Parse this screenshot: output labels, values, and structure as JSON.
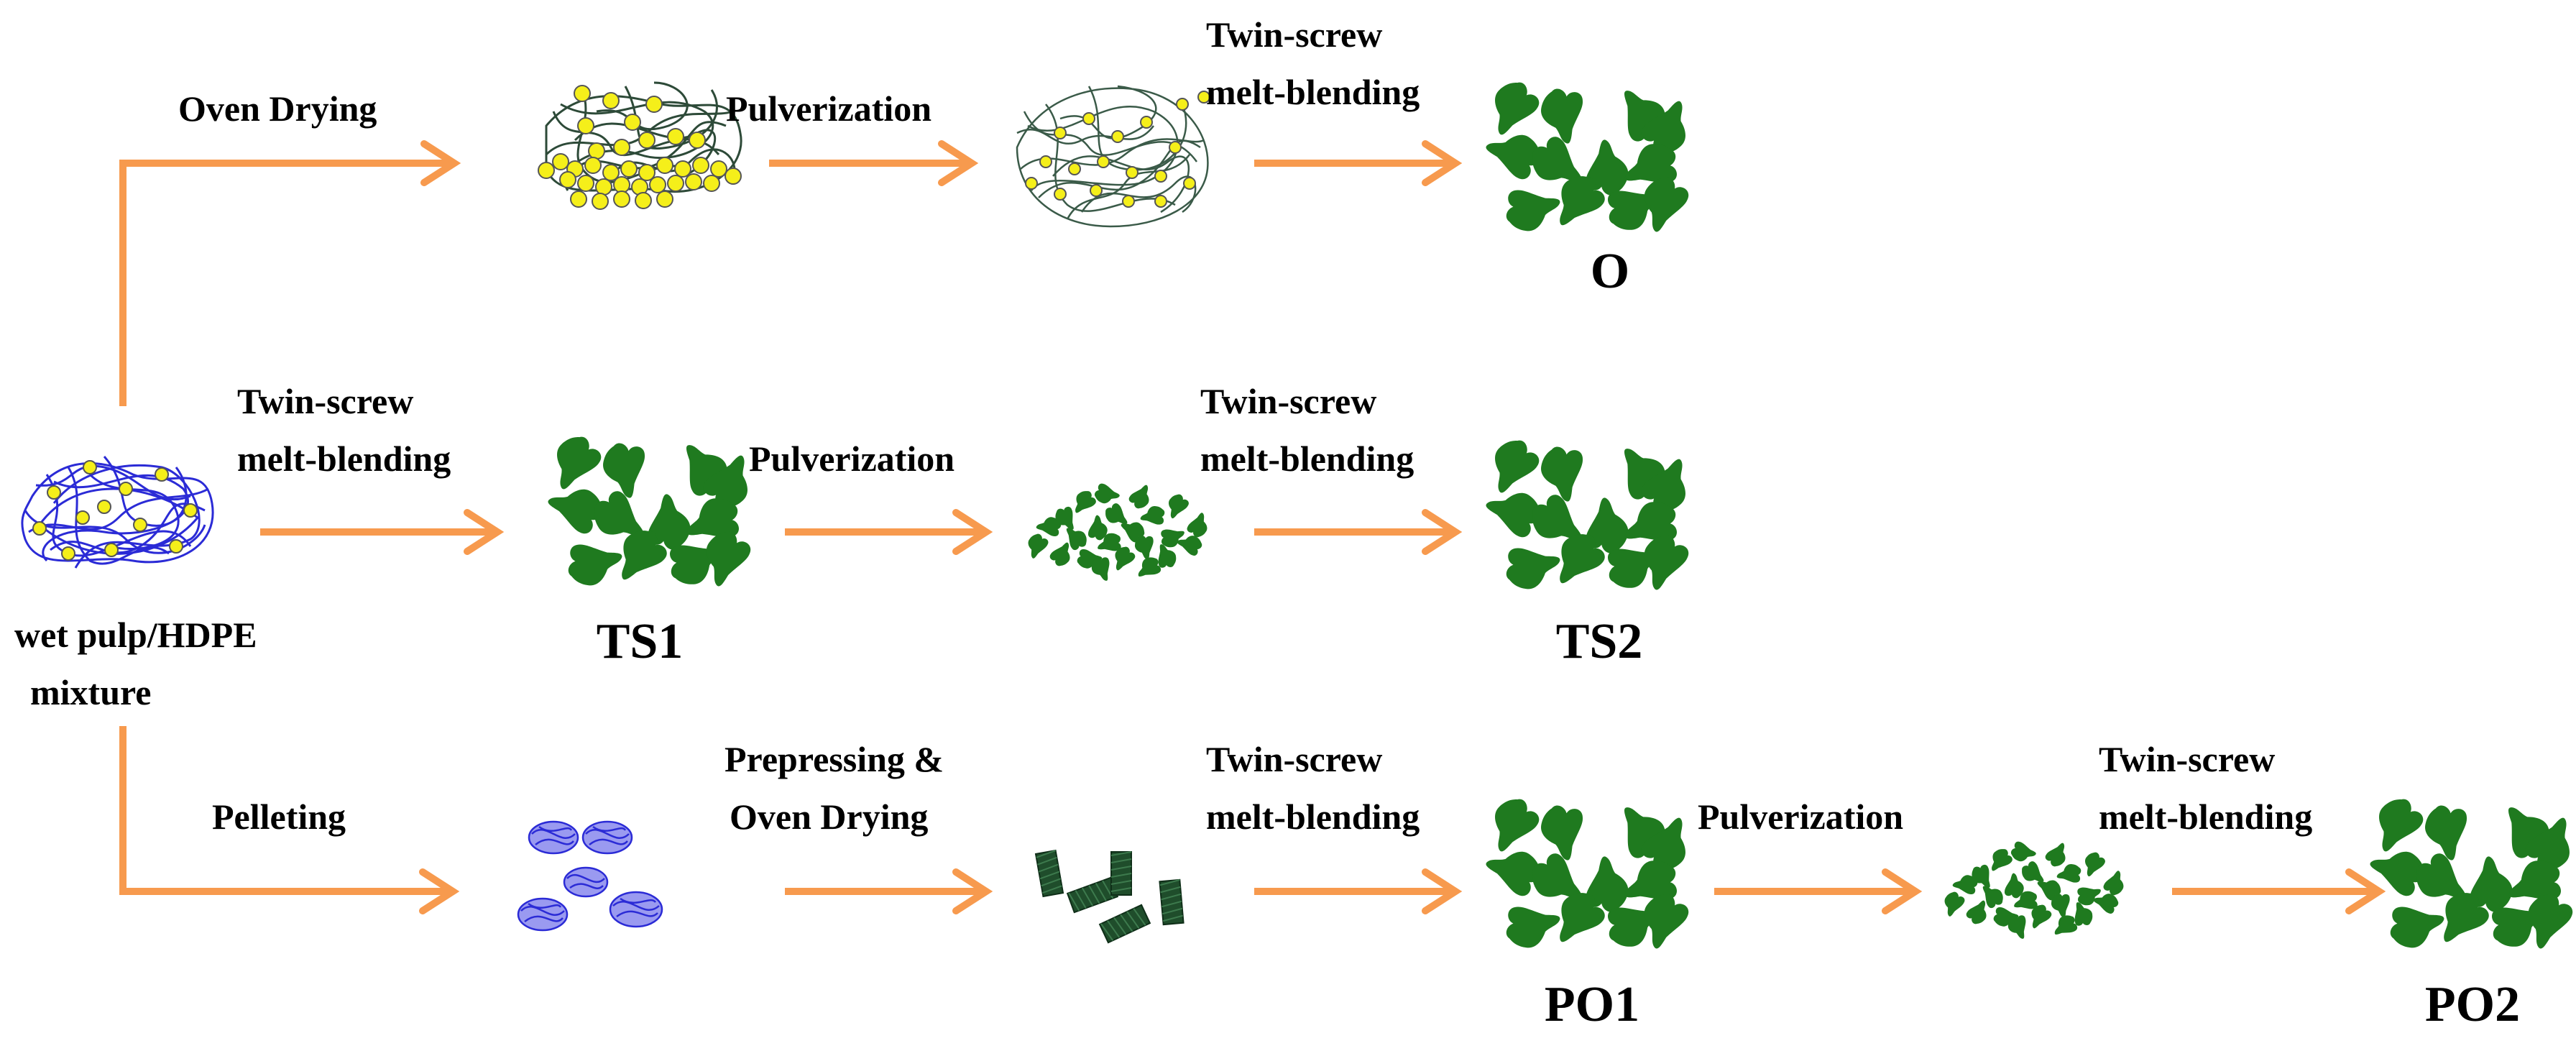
{
  "colors": {
    "arrow": "#f79a4e",
    "pellet_green": "#1f7a1f",
    "fiber_dark_green": "#2d4a38",
    "hdpe_yellow": "#f5ef1a",
    "pulp_blue": "#2b2bd6"
  },
  "start": {
    "label_line1": "wet pulp/HDPE",
    "label_line2": "mixture"
  },
  "row_top": {
    "step1": "Oven Drying",
    "step2": "Pulverization",
    "step3_line1": "Twin-screw",
    "step3_line2": "melt-blending",
    "product": "O"
  },
  "row_middle": {
    "step1_line1": "Twin-screw",
    "step1_line2": "melt-blending",
    "intermediate": "TS1",
    "step2": "Pulverization",
    "step3_line1": "Twin-screw",
    "step3_line2": "melt-blending",
    "product": "TS2"
  },
  "row_bottom": {
    "step1": "Pelleting",
    "step2_line1": "Prepressing &",
    "step2_line2": "Oven Drying",
    "step3_line1": "Twin-screw",
    "step3_line2": "melt-blending",
    "intermediate": "PO1",
    "step4": "Pulverization",
    "step5_line1": "Twin-screw",
    "step5_line2": "melt-blending",
    "product": "PO2"
  }
}
